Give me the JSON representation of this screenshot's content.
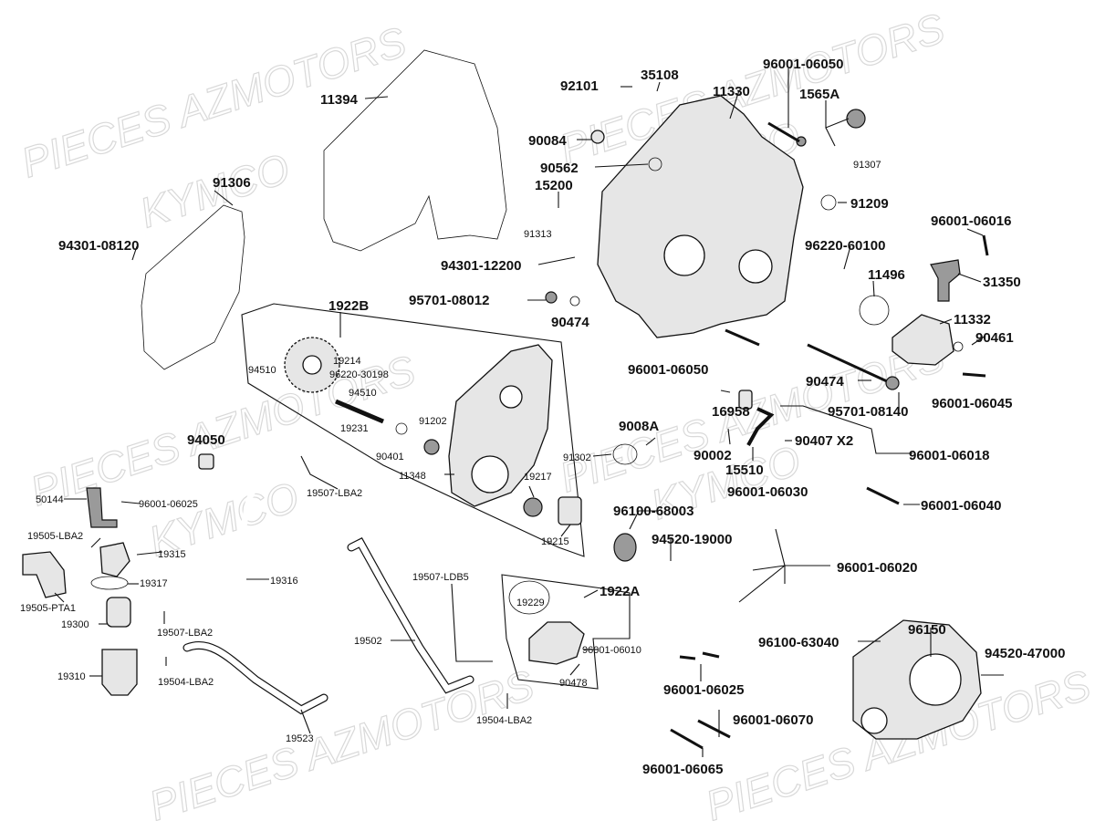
{
  "watermarks": {
    "w1": "PIECES AZMOTORS",
    "w2": "KYMCO"
  },
  "labels": {
    "p11394": "11394",
    "p92101": "92101",
    "p35108": "35108",
    "p11330": "11330",
    "p96001_06050a": "96001-06050",
    "p1565A": "1565A",
    "p91307": "91307",
    "p91306": "91306",
    "p90084": "90084",
    "p90562": "90562",
    "p15200": "15200",
    "p91313": "91313",
    "p91209": "91209",
    "p94301_08120": "94301-08120",
    "p96001_06016": "96001-06016",
    "p96220_60100": "96220-60100",
    "p94301_12200": "94301-12200",
    "p31350": "31350",
    "p11496": "11496",
    "p95701_08012": "95701-08012",
    "p90474a": "90474",
    "p1922B": "1922B",
    "p11332": "11332",
    "p19214": "19214",
    "p96220_30198": "96220-30198",
    "p94510a": "94510",
    "p94510b": "94510",
    "p96001_06050b": "96001-06050",
    "p90461": "90461",
    "p90474b": "90474",
    "p19231": "19231",
    "p91202": "91202",
    "p16958": "16958",
    "p96001_06045": "96001-06045",
    "p95701_08140": "95701-08140",
    "p9008A": "9008A",
    "p94050": "94050",
    "p90401": "90401",
    "p91302": "91302",
    "p90002": "90002",
    "p90407": "90407 X2",
    "p96001_06018": "96001-06018",
    "p15510": "15510",
    "p11348": "11348",
    "p19217": "19217",
    "p50144": "50144",
    "p96001_06025a": "96001-06025",
    "p19507_LBA2a": "19507-LBA2",
    "p96001_06030": "96001-06030",
    "p96001_06040": "96001-06040",
    "p96100_68003": "96100-68003",
    "p19505_LBA2": "19505-LBA2",
    "p19315": "19315",
    "p19215": "19215",
    "p94520_19000": "94520-19000",
    "p96001_06020": "96001-06020",
    "p19317": "19317",
    "p19316": "19316",
    "p19507_LDB5": "19507-LDB5",
    "p1922A": "1922A",
    "p19229": "19229",
    "p19505_PTA1": "19505-PTA1",
    "p19300": "19300",
    "p19507_LBA2b": "19507-LBA2",
    "p96150": "96150",
    "p96100_63040": "96100-63040",
    "p19502": "19502",
    "p96001_06010": "96001-06010",
    "p94520_47000": "94520-47000",
    "p19310": "19310",
    "p19504_LBA2a": "19504-LBA2",
    "p90478": "90478",
    "p96001_06025b": "96001-06025",
    "p19504_LBA2b": "19504-LBA2",
    "p96001_06070": "96001-06070",
    "p19523": "19523",
    "p96001_06065": "96001-06065"
  }
}
